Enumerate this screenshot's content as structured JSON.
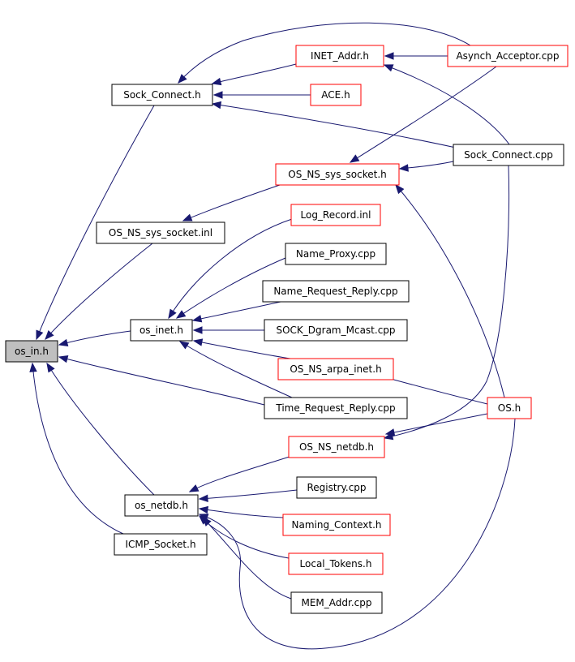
{
  "colors": {
    "edge": "#191970",
    "node_border_normal": "#000000",
    "node_border_truncated": "#ff0000",
    "root_fill": "#bfbfbf",
    "node_fill": "#ffffff"
  },
  "nodes": [
    {
      "id": "os_in_h",
      "label": "os_in.h",
      "kind": "root"
    },
    {
      "id": "sock_connect_h",
      "label": "Sock_Connect.h",
      "kind": "normal"
    },
    {
      "id": "inet_addr_h",
      "label": "INET_Addr.h",
      "kind": "truncated"
    },
    {
      "id": "asynch_acceptor_cpp",
      "label": "Asynch_Acceptor.cpp",
      "kind": "truncated"
    },
    {
      "id": "ace_h",
      "label": "ACE.h",
      "kind": "truncated"
    },
    {
      "id": "sock_connect_cpp",
      "label": "Sock_Connect.cpp",
      "kind": "normal"
    },
    {
      "id": "os_ns_sys_socket_h",
      "label": "OS_NS_sys_socket.h",
      "kind": "truncated"
    },
    {
      "id": "os_ns_sys_socket_inl",
      "label": "OS_NS_sys_socket.inl",
      "kind": "normal"
    },
    {
      "id": "log_record_inl",
      "label": "Log_Record.inl",
      "kind": "truncated"
    },
    {
      "id": "name_proxy_cpp",
      "label": "Name_Proxy.cpp",
      "kind": "normal"
    },
    {
      "id": "name_request_reply_cpp",
      "label": "Name_Request_Reply.cpp",
      "kind": "normal"
    },
    {
      "id": "os_inet_h",
      "label": "os_inet.h",
      "kind": "normal"
    },
    {
      "id": "sock_dgram_mcast_cpp",
      "label": "SOCK_Dgram_Mcast.cpp",
      "kind": "normal"
    },
    {
      "id": "os_ns_arpa_inet_h",
      "label": "OS_NS_arpa_inet.h",
      "kind": "truncated"
    },
    {
      "id": "time_request_reply_cpp",
      "label": "Time_Request_Reply.cpp",
      "kind": "normal"
    },
    {
      "id": "os_h",
      "label": "OS.h",
      "kind": "truncated"
    },
    {
      "id": "os_ns_netdb_h",
      "label": "OS_NS_netdb.h",
      "kind": "truncated"
    },
    {
      "id": "registry_cpp",
      "label": "Registry.cpp",
      "kind": "normal"
    },
    {
      "id": "os_netdb_h",
      "label": "os_netdb.h",
      "kind": "normal"
    },
    {
      "id": "naming_context_h",
      "label": "Naming_Context.h",
      "kind": "truncated"
    },
    {
      "id": "icmp_socket_h",
      "label": "ICMP_Socket.h",
      "kind": "normal"
    },
    {
      "id": "local_tokens_h",
      "label": "Local_Tokens.h",
      "kind": "truncated"
    },
    {
      "id": "mem_addr_cpp",
      "label": "MEM_Addr.cpp",
      "kind": "normal"
    }
  ],
  "edges": [
    {
      "from": "sock_connect_h",
      "to": "os_in_h"
    },
    {
      "from": "os_ns_sys_socket_inl",
      "to": "os_in_h"
    },
    {
      "from": "os_inet_h",
      "to": "os_in_h"
    },
    {
      "from": "time_request_reply_cpp",
      "to": "os_in_h"
    },
    {
      "from": "os_netdb_h",
      "to": "os_in_h"
    },
    {
      "from": "icmp_socket_h",
      "to": "os_in_h"
    },
    {
      "from": "inet_addr_h",
      "to": "sock_connect_h"
    },
    {
      "from": "asynch_acceptor_cpp",
      "to": "sock_connect_h"
    },
    {
      "from": "ace_h",
      "to": "sock_connect_h"
    },
    {
      "from": "sock_connect_cpp",
      "to": "sock_connect_h"
    },
    {
      "from": "asynch_acceptor_cpp",
      "to": "inet_addr_h"
    },
    {
      "from": "sock_connect_cpp",
      "to": "inet_addr_h"
    },
    {
      "from": "asynch_acceptor_cpp",
      "to": "os_ns_sys_socket_h"
    },
    {
      "from": "sock_connect_cpp",
      "to": "os_ns_sys_socket_h"
    },
    {
      "from": "os_h",
      "to": "os_ns_sys_socket_h"
    },
    {
      "from": "os_ns_sys_socket_h",
      "to": "os_ns_sys_socket_inl"
    },
    {
      "from": "log_record_inl",
      "to": "os_inet_h"
    },
    {
      "from": "name_proxy_cpp",
      "to": "os_inet_h"
    },
    {
      "from": "name_request_reply_cpp",
      "to": "os_inet_h"
    },
    {
      "from": "sock_dgram_mcast_cpp",
      "to": "os_inet_h"
    },
    {
      "from": "os_ns_arpa_inet_h",
      "to": "os_inet_h"
    },
    {
      "from": "time_request_reply_cpp",
      "to": "os_inet_h"
    },
    {
      "from": "os_h",
      "to": "os_ns_arpa_inet_h"
    },
    {
      "from": "sock_connect_cpp",
      "to": "os_ns_netdb_h"
    },
    {
      "from": "os_h",
      "to": "os_ns_netdb_h"
    },
    {
      "from": "os_ns_netdb_h",
      "to": "os_netdb_h"
    },
    {
      "from": "registry_cpp",
      "to": "os_netdb_h"
    },
    {
      "from": "naming_context_h",
      "to": "os_netdb_h"
    },
    {
      "from": "local_tokens_h",
      "to": "os_netdb_h"
    },
    {
      "from": "mem_addr_cpp",
      "to": "os_netdb_h"
    },
    {
      "from": "os_h",
      "to": "os_netdb_h"
    }
  ]
}
